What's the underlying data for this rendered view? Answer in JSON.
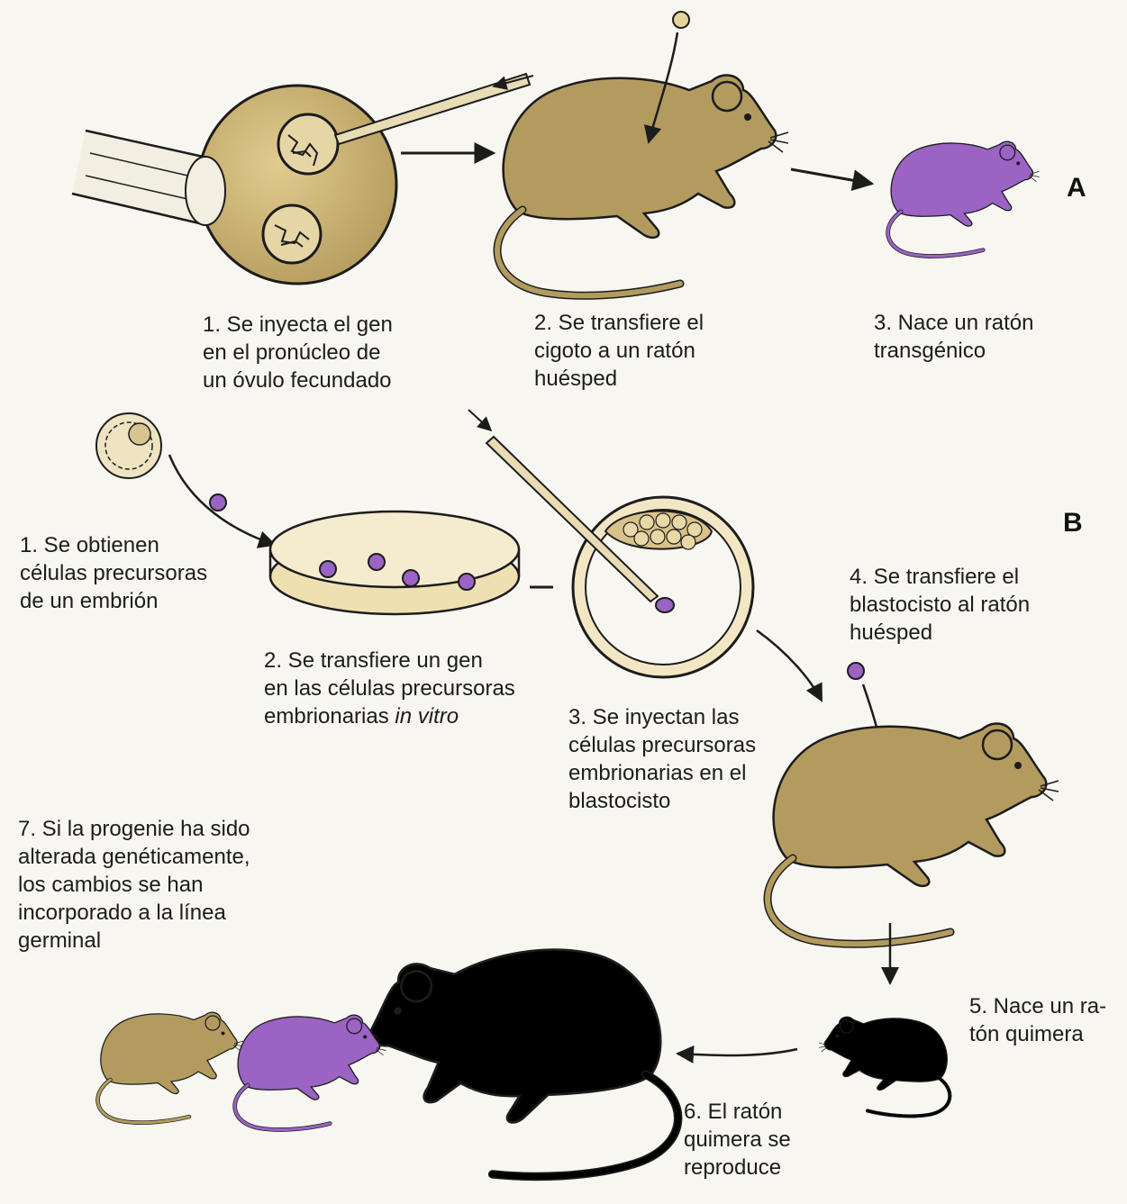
{
  "colors": {
    "tan": "#bfa569",
    "tan_dark": "#8e7640",
    "cream": "#ead9a6",
    "purple": "#9b63c4",
    "outline": "#1c1c1c",
    "background": "#f7f6f1"
  },
  "panel_a": {
    "letter": "A",
    "steps": [
      {
        "lines": [
          "1. Se inyecta el gen",
          "en el pronúcleo de",
          "un óvulo fecundado"
        ]
      },
      {
        "lines": [
          "2. Se transfiere el",
          "cigoto a un ratón",
          "huésped"
        ]
      },
      {
        "lines": [
          "3. Nace un ratón",
          "transgénico"
        ]
      }
    ]
  },
  "panel_b": {
    "letter": "B",
    "steps": [
      {
        "lines": [
          "1. Se obtienen",
          "células precursoras",
          "de un embrión"
        ]
      },
      {
        "lines": [
          "2. Se transfiere un gen",
          "en las células precursoras",
          "embrionarias"
        ],
        "italic_suffix": "in vitro"
      },
      {
        "lines": [
          "3. Se inyectan las",
          "células precursoras",
          "embrionarias en el",
          "blastocisto"
        ]
      },
      {
        "lines": [
          "4. Se transfiere el",
          "blastocisto al ratón",
          "huésped"
        ]
      },
      {
        "lines": [
          "5. Nace un ra-",
          "tón quimera"
        ]
      },
      {
        "lines": [
          "6. El ratón",
          "quimera se",
          "reproduce"
        ]
      },
      {
        "lines": [
          "7. Si la progenie ha sido",
          "alterada genéticamente,",
          "los cambios se han",
          "incorporado a la línea",
          "germinal"
        ]
      }
    ]
  },
  "icons": {
    "injection": "micropipette-icon",
    "zygote": "fertilized-egg-icon",
    "mouse": "mouse-icon",
    "dish": "petri-dish-icon",
    "blastocyst": "blastocyst-icon"
  }
}
